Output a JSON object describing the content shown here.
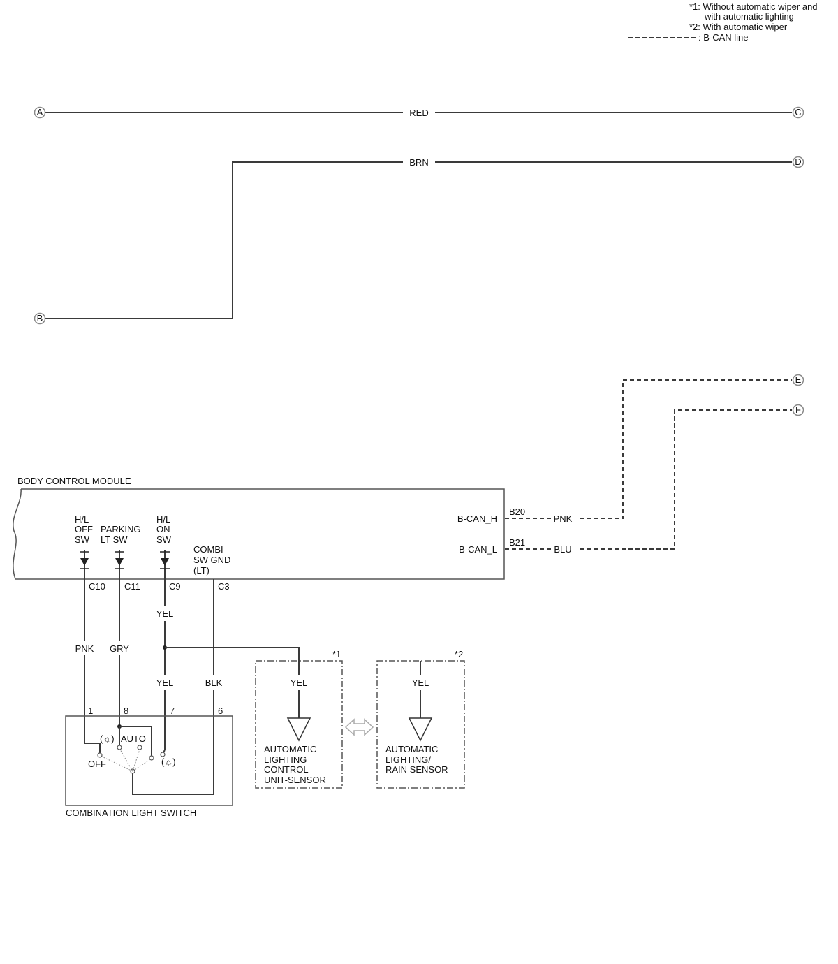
{
  "legend": {
    "note1_line1": "*1: Without automatic wiper and",
    "note1_line2": "with automatic lighting",
    "note2": "*2: With automatic wiper",
    "bcan": ": B-CAN line"
  },
  "connectors": {
    "a": "A",
    "b": "B",
    "c": "C",
    "d": "D",
    "e": "E",
    "f": "F"
  },
  "wires": {
    "red": "RED",
    "brn": "BRN",
    "pnk_can": "PNK",
    "blu_can": "BLU",
    "pnk": "PNK",
    "gry": "GRY",
    "yel_upper": "YEL",
    "yel_lower": "YEL",
    "blk": "BLK",
    "yel_sensor1": "YEL",
    "yel_sensor2": "YEL"
  },
  "bcm": {
    "title": "BODY CONTROL MODULE",
    "bcan_h": "B-CAN_H",
    "bcan_l": "B-CAN_L",
    "pin_b20": "B20",
    "pin_b21": "B21",
    "hl_off": [
      "H/L",
      "OFF",
      "SW"
    ],
    "parking": [
      "PARKING",
      "LT SW"
    ],
    "hl_on": [
      "H/L",
      "ON",
      "SW"
    ],
    "combi_gnd": [
      "COMBI",
      "SW GND",
      "(LT)"
    ],
    "pin_c10": "C10",
    "pin_c11": "C11",
    "pin_c9": "C9",
    "pin_c3": "C3"
  },
  "switch": {
    "title": "COMBINATION LIGHT SWITCH",
    "pin1": "1",
    "pin8": "8",
    "pin7": "7",
    "pin6": "6",
    "pos_park": "(☼)",
    "pos_auto": "AUTO",
    "pos_off": "OFF",
    "pos_on": "(☼)"
  },
  "sensor1": {
    "note": "*1",
    "name": [
      "AUTOMATIC",
      "LIGHTING",
      "CONTROL",
      "UNIT-SENSOR"
    ]
  },
  "sensor2": {
    "note": "*2",
    "name": [
      "AUTOMATIC",
      "LIGHTING/",
      "RAIN SENSOR"
    ]
  }
}
